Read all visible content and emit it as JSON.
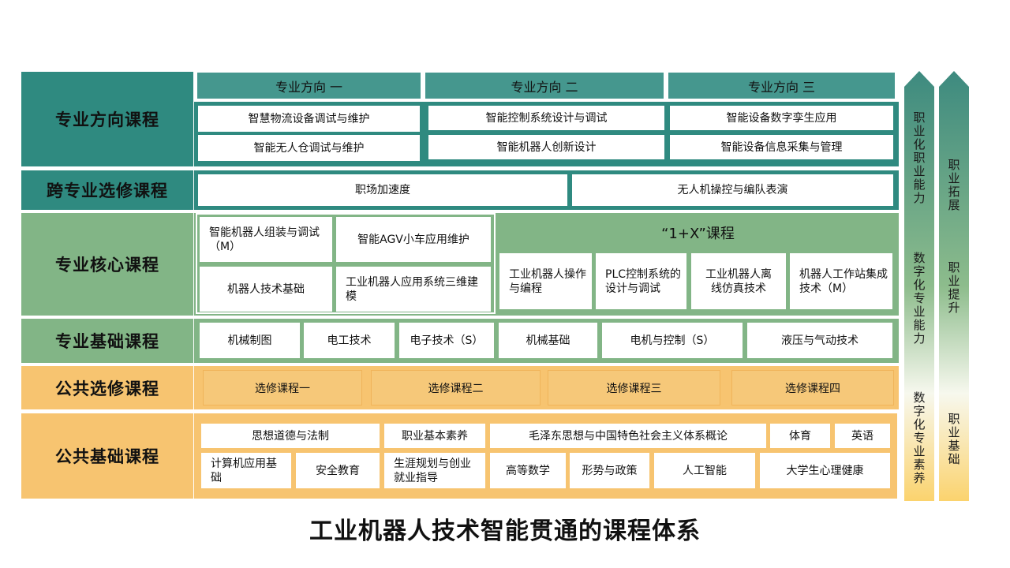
{
  "rows": {
    "direction": "专业方向课程",
    "cross": "跨专业选修课程",
    "core": "专业核心课程",
    "basic": "专业基础课程",
    "pub_elective": "公共选修课程",
    "pub_basic": "公共基础课程"
  },
  "direction": {
    "headers": [
      "专业方向 一",
      "专业方向 二",
      "专业方向 三"
    ],
    "col1": [
      "智慧物流设备调试与维护",
      "智能无人仓调试与维护"
    ],
    "col2": [
      "智能控制系统设计与调试",
      "智能机器人创新设计"
    ],
    "col3": [
      "智能设备数字孪生应用",
      "智能设备信息采集与管理"
    ]
  },
  "cross": [
    "职场加速度",
    "无人机操控与编队表演"
  ],
  "core": {
    "left": [
      "智能机器人组装与调试（M）",
      "智能AGV小车应用维护",
      "机器人技术基础",
      "工业机器人应用系统三维建模"
    ],
    "x_title": "“1+X”课程",
    "x_items": [
      "工业机器人操作与编程",
      "PLC控制系统的设计与调试",
      "工业机器人离线仿真技术",
      "机器人工作站集成技术（M）"
    ]
  },
  "basic": [
    "机械制图",
    "电工技术",
    "电子技术（S）",
    "机械基础",
    "电机与控制（S）",
    "液压与气动技术"
  ],
  "pub_elective": [
    "选修课程一",
    "选修课程二",
    "选修课程三",
    "选修课程四"
  ],
  "pub_basic": {
    "row1": [
      "思想道德与法制",
      "职业基本素养",
      "毛泽东思想与中国特色社会主义体系概论",
      "体育",
      "英语"
    ],
    "row2": [
      "计算机应用基础",
      "安全教育",
      "生涯规划与创业就业指导",
      "高等数学",
      "形势与政策",
      "人工智能",
      "大学生心理健康"
    ]
  },
  "arrow1": [
    "职业化职业能力",
    "数字化专业能力",
    "数字化专业素养"
  ],
  "arrow2": [
    "职业拓展",
    "职业提升",
    "职业基础"
  ],
  "title": "工业机器人技术智能贯通的课程体系",
  "colors": {
    "teal_dark": "#2f8a80",
    "teal": "#45978e",
    "green": "#82b586",
    "orange": "#f7c470"
  }
}
